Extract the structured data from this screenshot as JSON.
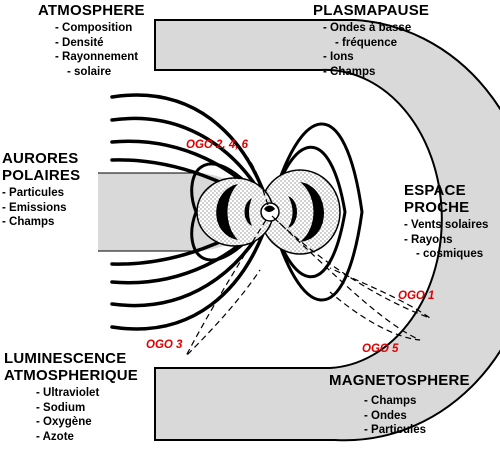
{
  "colors": {
    "ink": "#000000",
    "probe_label": "#e00000",
    "region_fill": "#d9d9d9",
    "background": "#ffffff"
  },
  "atmosphere": {
    "title": "ATMOSPHERE",
    "items": [
      "Composition",
      "Densité",
      "Rayonnement",
      "solaire"
    ]
  },
  "plasmapause": {
    "title": "PLASMAPAUSE",
    "items": [
      "Ondes à basse",
      "fréquence",
      "Ions",
      "Champs"
    ]
  },
  "aurores": {
    "title_line1": "AURORES",
    "title_line2": "POLAIRES",
    "items": [
      "Particules",
      "Emissions",
      "Champs"
    ]
  },
  "espace": {
    "title_line1": "ESPACE",
    "title_line2": "PROCHE",
    "items": [
      "Vents solaires",
      "Rayons",
      "cosmiques"
    ]
  },
  "luminescence": {
    "title_line1": "LUMINESCENCE",
    "title_line2": "ATMOSPHERIQUE",
    "items": [
      "Ultraviolet",
      "Sodium",
      "Oxygène",
      "Azote"
    ]
  },
  "magnetosphere": {
    "title": "MAGNETOSPHERE",
    "items": [
      "Champs",
      "Ondes",
      "Particules"
    ]
  },
  "probes": {
    "ogo_246": "OGO 2, 4, 6",
    "ogo_1": "OGO 1",
    "ogo_3": "OGO 3",
    "ogo_5": "OGO 5"
  }
}
